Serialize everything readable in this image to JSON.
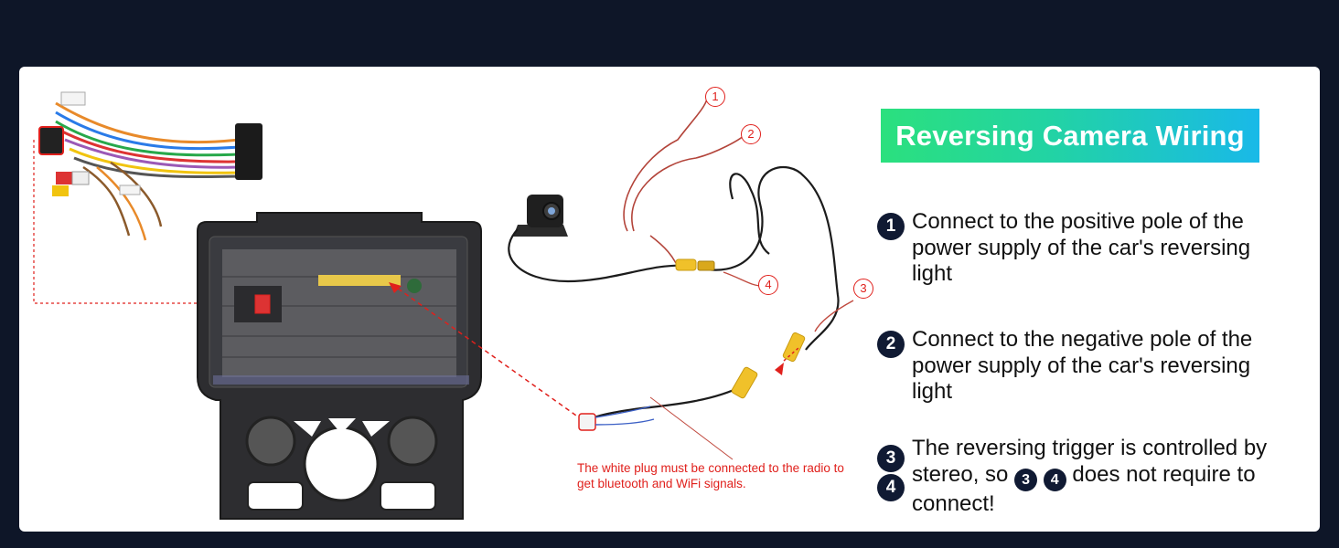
{
  "title": "Reversing Camera Wiring",
  "steps": [
    {
      "number": "1",
      "text": "Connect to the positive pole of the power supply of the car's reversing light"
    },
    {
      "number": "2",
      "text": "Connect to the negative pole of the power supply of the car's reversing light"
    },
    {
      "number_a": "3",
      "number_b": "4",
      "text_before": "The reversing trigger is controlled by stereo, so",
      "inline_a": "3",
      "inline_b": "4",
      "text_after": "does not require to connect!"
    }
  ],
  "note": "The white plug must be connected to the radio to get bluetooth and WiFi signals.",
  "callouts": [
    "1",
    "2",
    "3",
    "4"
  ],
  "colors": {
    "background": "#0e1628",
    "card": "#ffffff",
    "accent_red": "#e0201c",
    "badge": "#101a33",
    "title_gradient_start": "#2be07e",
    "title_gradient_end": "#19b9e8"
  }
}
